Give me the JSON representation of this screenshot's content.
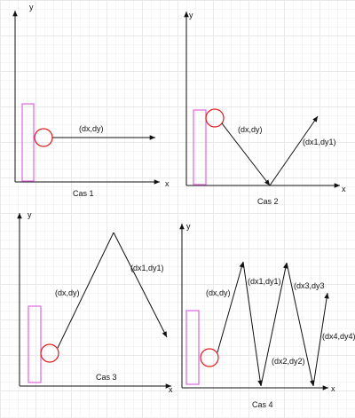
{
  "colors": {
    "wall": "#e066e0",
    "ball": "#e11919",
    "ink": "#111111"
  },
  "axis_labels": {
    "x": "x",
    "y": "y"
  },
  "panels": [
    {
      "caption": "Cas 1",
      "vectors": [
        "(dx,dy)"
      ]
    },
    {
      "caption": "Cas 2",
      "vectors": [
        "(dx,dy)",
        "(dx1,dy1)"
      ]
    },
    {
      "caption": "Cas 3",
      "vectors": [
        "(dx,dy)",
        "(dx1,dy1)"
      ]
    },
    {
      "caption": "Cas 4",
      "vectors": [
        "(dx,dy)",
        "(dx1,dy1)",
        "(dx2,dy2)",
        "(dx3,dy3",
        "(dx4,dy4)"
      ]
    }
  ]
}
